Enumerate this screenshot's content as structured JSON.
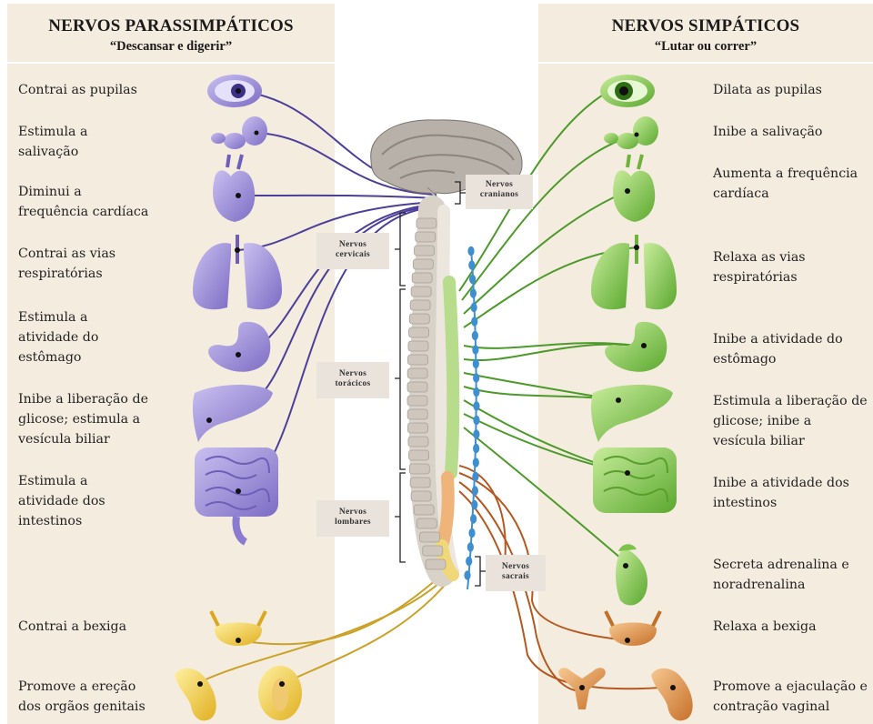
{
  "parasympathetic": {
    "title": "NERVOS PARASSIMPÁTICOS",
    "subtitle": "“Descansar e digerir”",
    "effects": [
      "Contrai  as pupilas",
      "Estimula  a\nsalivação",
      "Diminui  a\nfrequência  cardíaca",
      "Contrai  as vias\nrespiratórias",
      "Estimula  a\natividade  do\nestômago",
      "Inibe  a liberação  de\nglicose;  estimula  a\nvesícula  biliar",
      "Estimula  a\natividade  dos\nintestinos",
      "Contrai  a bexiga",
      "Promove  a ereção\ndos orgãos genitais"
    ]
  },
  "sympathetic": {
    "title": "NERVOS SIMPÁTICOS",
    "subtitle": "“Lutar ou correr”",
    "effects": [
      "Dilata  as pupilas",
      "Inibe  a salivação",
      "Aumenta  a frequência\ncardíaca",
      "Relaxa  as vias\nrespiratórias",
      "Inibe  a atividade  do\nestômago",
      "Estimula  a liberação  de\nglicose;  inibe  a\nvesícula  biliar",
      "Inibe  a atividade  dos\nintestinos",
      "Secreta adrenalina  e\nnoradrenalina",
      "Relaxa  a bexiga",
      "Promove  a ejaculação  e\ncontração vaginal"
    ]
  },
  "nerve_groups": {
    "cranial": "Nervos\ncranianos",
    "cervical": "Nervos\ncervicais",
    "thoracic": "Nervos\ntorácicos",
    "lumbar": "Nervos\nlombares",
    "sacral": "Nervos\nsacrais"
  },
  "colors": {
    "panel_bg": "#f5ece0",
    "parasympathetic_nerve": "#4b3f9a",
    "sympathetic_nerve": "#4c9a2a",
    "sacral_nerve": "#c9a227",
    "lumbar_nerve": "#b5581f",
    "sympathetic_chain": "#3f8fd0"
  }
}
